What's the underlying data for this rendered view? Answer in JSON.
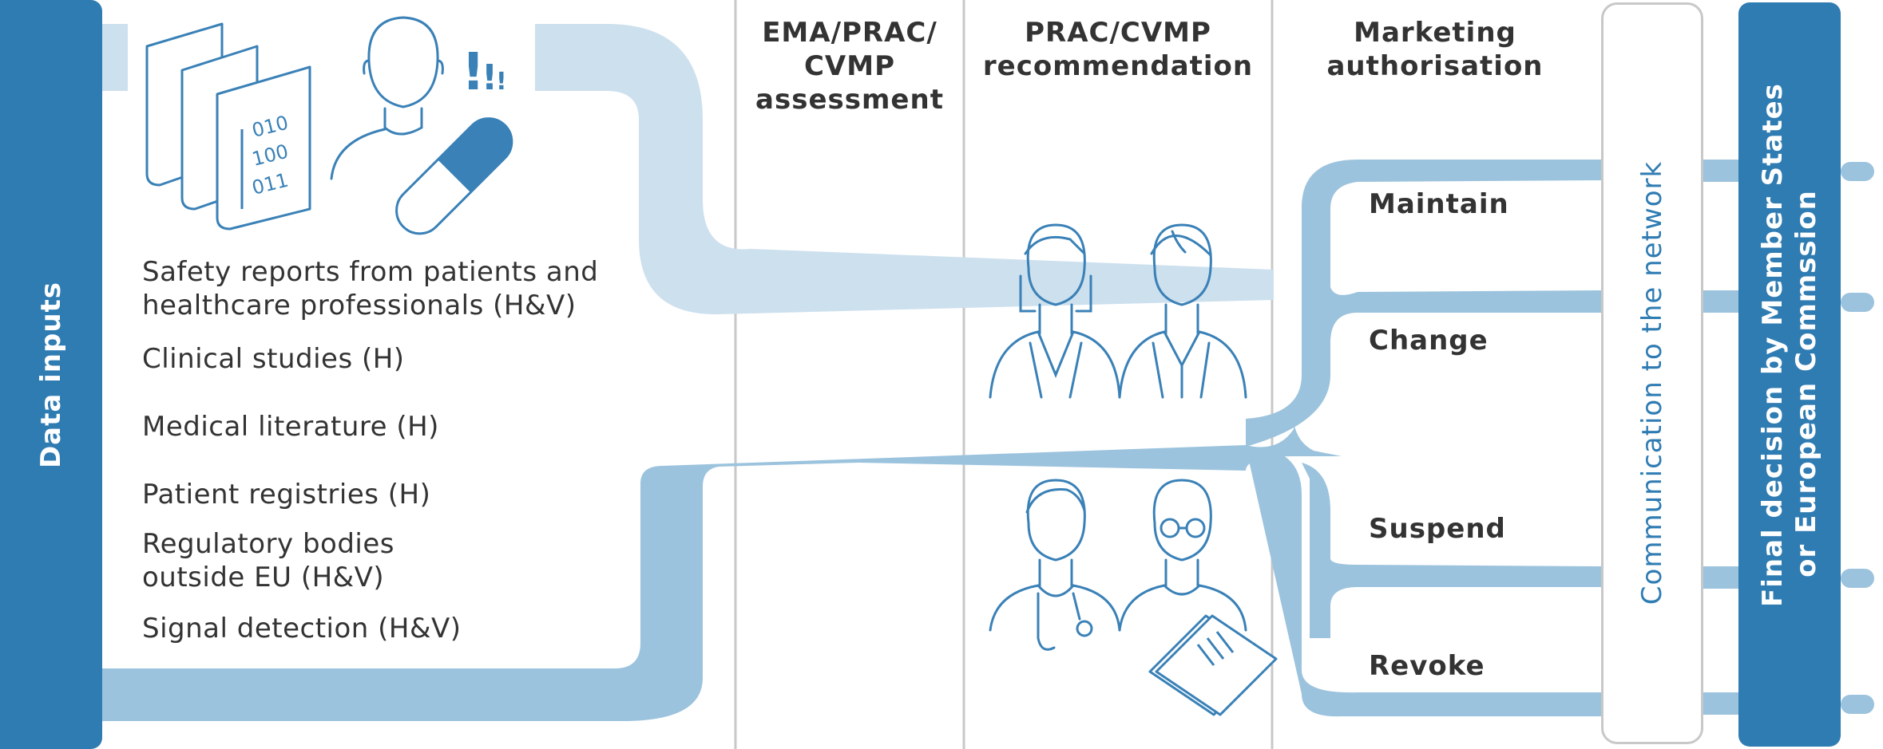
{
  "left_bar": {
    "label": "Data inputs"
  },
  "data_inputs": [
    {
      "lines": [
        "Safety reports from patients and",
        "healthcare professionals (H&V)"
      ]
    },
    {
      "lines": [
        "Clinical studies  (H)"
      ]
    },
    {
      "lines": [
        "Medical literature (H)"
      ]
    },
    {
      "lines": [
        "Patient registries (H)"
      ]
    },
    {
      "lines": [
        "Regulatory bodies",
        "outside EU (H&V)"
      ]
    },
    {
      "lines": [
        "Signal detection (H&V)"
      ]
    }
  ],
  "columns": [
    {
      "lines": [
        "EMA/PRAC/",
        "CVMP",
        "assessment"
      ]
    },
    {
      "lines": [
        "PRAC/CVMP",
        "recommendation"
      ]
    },
    {
      "lines": [
        "Marketing",
        "authorisation"
      ]
    }
  ],
  "outcomes": [
    "Maintain",
    "Change",
    "Suspend",
    "Revoke"
  ],
  "communication_box": {
    "label": "Communication to the network"
  },
  "final_bar": {
    "lines": [
      "Final decision by Member States",
      "or European Commssion"
    ]
  },
  "icon_text": {
    "binary": [
      "010",
      "100",
      "011"
    ],
    "exclaim": [
      "!",
      "!",
      "!"
    ]
  },
  "colors": {
    "dark_blue": "#2f7cb3",
    "mid_blue": "#9cc3dd",
    "light_blue": "#cde0ee",
    "icon_blue": "#3a81b7",
    "divider_gray": "#c8c8c8",
    "text_dark": "#333333"
  }
}
